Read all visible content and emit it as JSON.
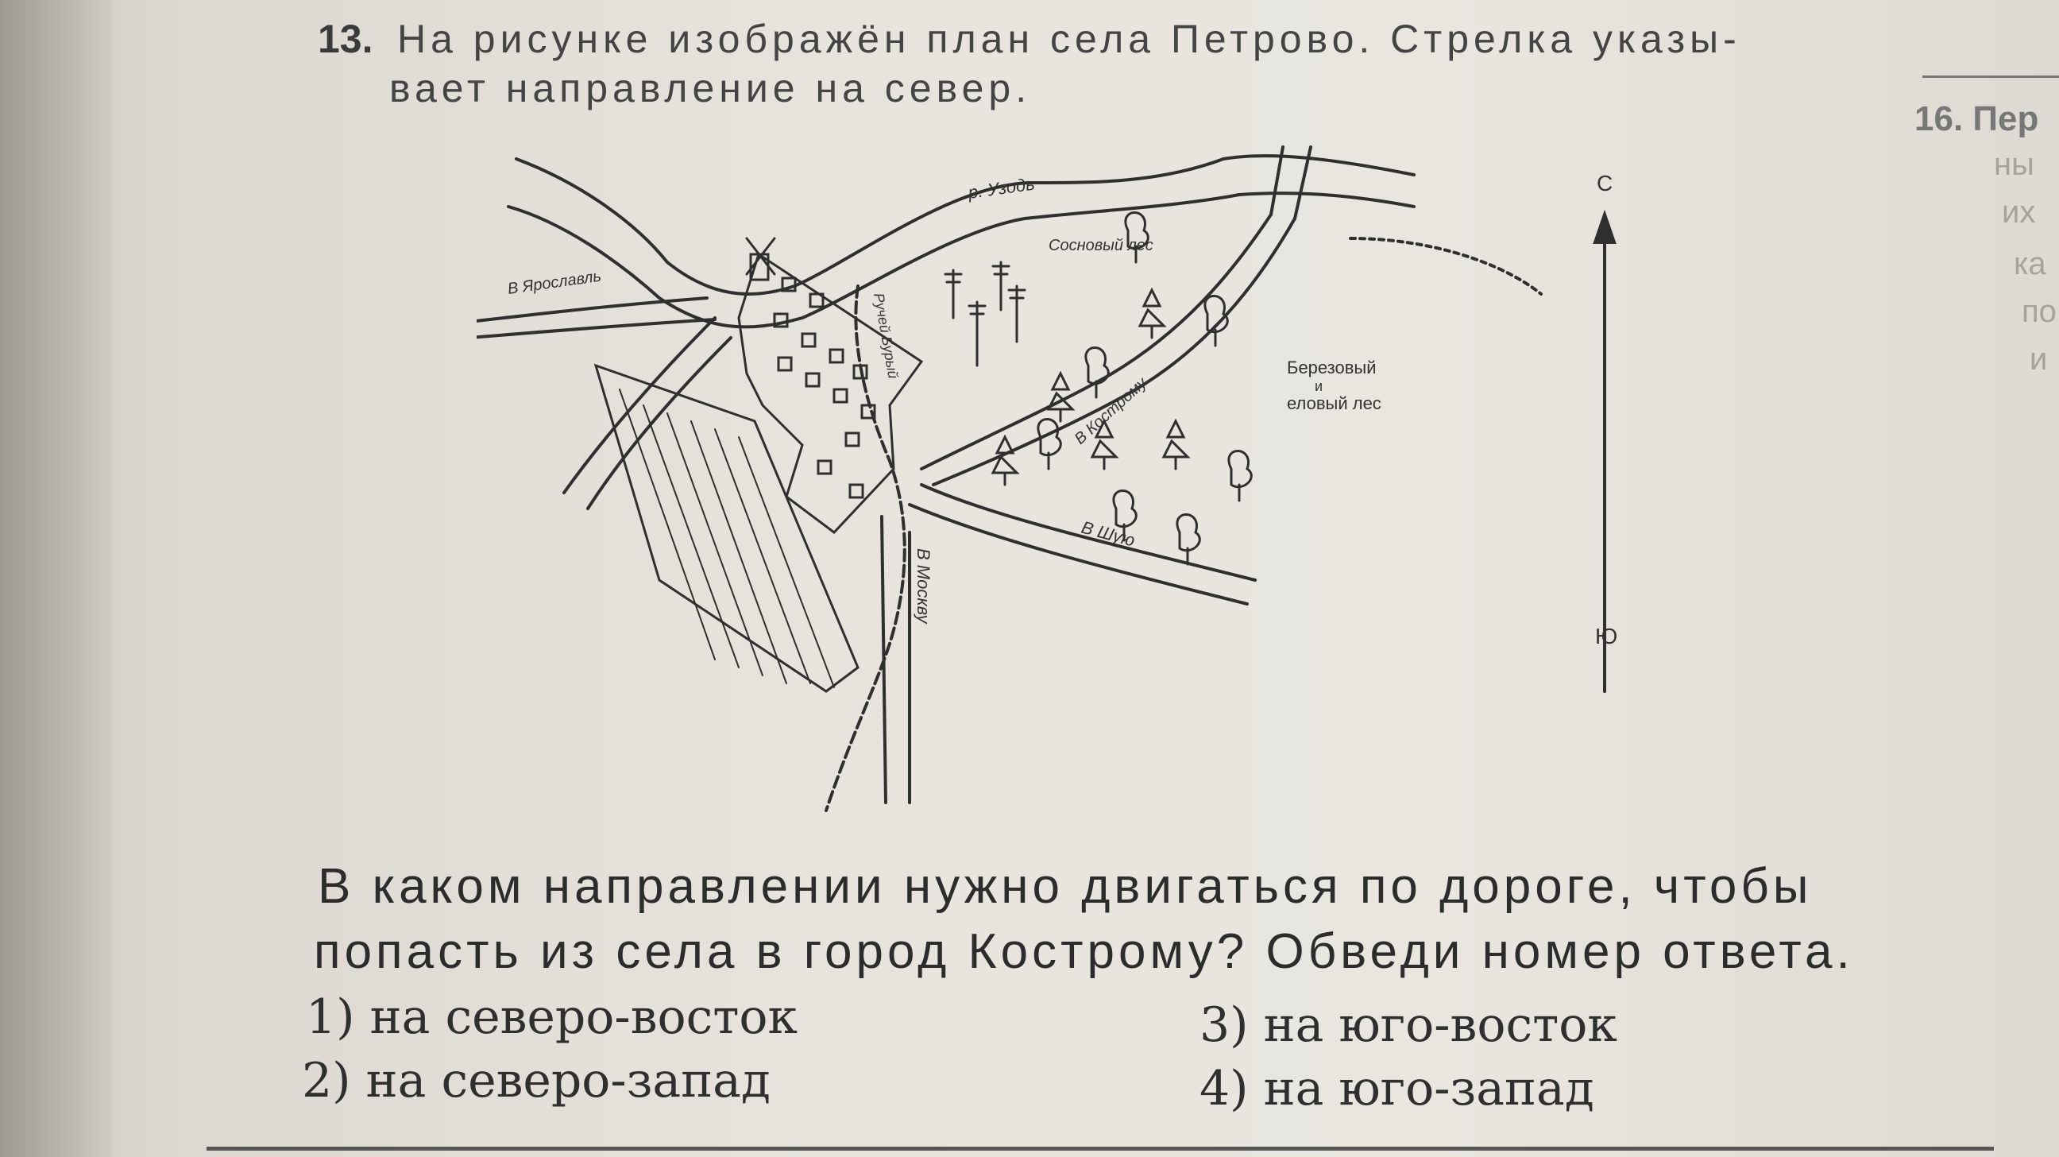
{
  "task": {
    "number": "13.",
    "text_line1": "На рисунке изображён план села Петрово. Стрелка указы-",
    "text_line2": "вает направление на север."
  },
  "map": {
    "labels": {
      "river": "р. Узодь",
      "pine_forest": "Сосновый лес",
      "to_yaroslavl": "В Ярославль",
      "stream": "Ручей Бурый",
      "to_kostroma": "В Кострому",
      "birch_forest_1": "Березовый",
      "birch_forest_2": "и",
      "birch_forest_3": "еловый лес",
      "to_shuya": "В Шую",
      "to_moscow": "В Москву",
      "north": "С",
      "south": "Ю"
    }
  },
  "question": {
    "line1": "В каком направлении нужно двигаться по дороге, чтобы",
    "line2": "попасть из села в город Кострому? Обведи номер ответа."
  },
  "options": [
    {
      "label": "1) на северо-восток"
    },
    {
      "label": "2) на северо-запад"
    },
    {
      "label": "3) на юго-восток"
    },
    {
      "label": "4) на юго-запад"
    }
  ],
  "next_task": {
    "number": "16. Пер",
    "fragments": [
      "ны",
      "их",
      "ка",
      "по",
      "и"
    ]
  }
}
